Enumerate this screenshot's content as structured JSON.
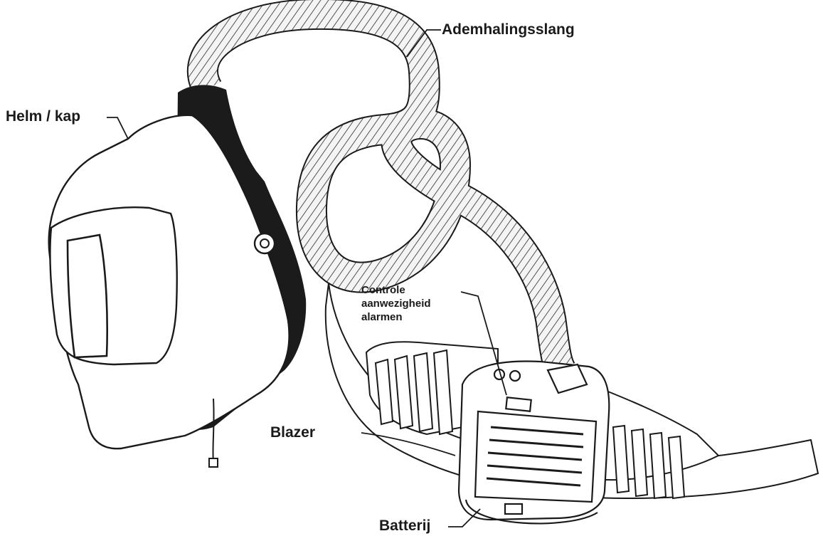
{
  "labels": {
    "hose": "Ademhalingsslang",
    "helmet": "Helm / kap",
    "control_line1": "Controle",
    "control_line2": "aanwezigheid",
    "control_line3": "alarmen",
    "blower": "Blazer",
    "battery": "Batterij"
  },
  "colors": {
    "line": "#1a1a1a",
    "helmet_dark": "#1b1b1b",
    "hose_fill": "#f2f2f2"
  }
}
